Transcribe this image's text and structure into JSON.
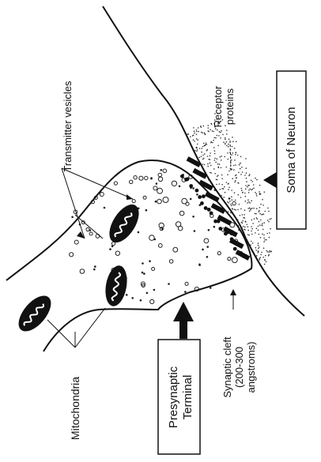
{
  "labels": {
    "transmitter_vesicles": "Transmitter vesicles",
    "receptor_line1": "Receptor",
    "receptor_line2": "proteins",
    "soma": "Soma of Neuron",
    "mitochondria": "Mitochondria",
    "presynaptic_line1": "Presynaptic",
    "presynaptic_line2": "Terminal",
    "cleft_line1": "Synaptic cleft",
    "cleft_line2": "(200-300",
    "cleft_line3": "angstroms)"
  },
  "colors": {
    "ink": "#111111",
    "background": "#ffffff"
  },
  "icons": {
    "arrow_to_soma": "arrow-left-icon",
    "arrow_from_terminal": "arrow-up-icon"
  }
}
